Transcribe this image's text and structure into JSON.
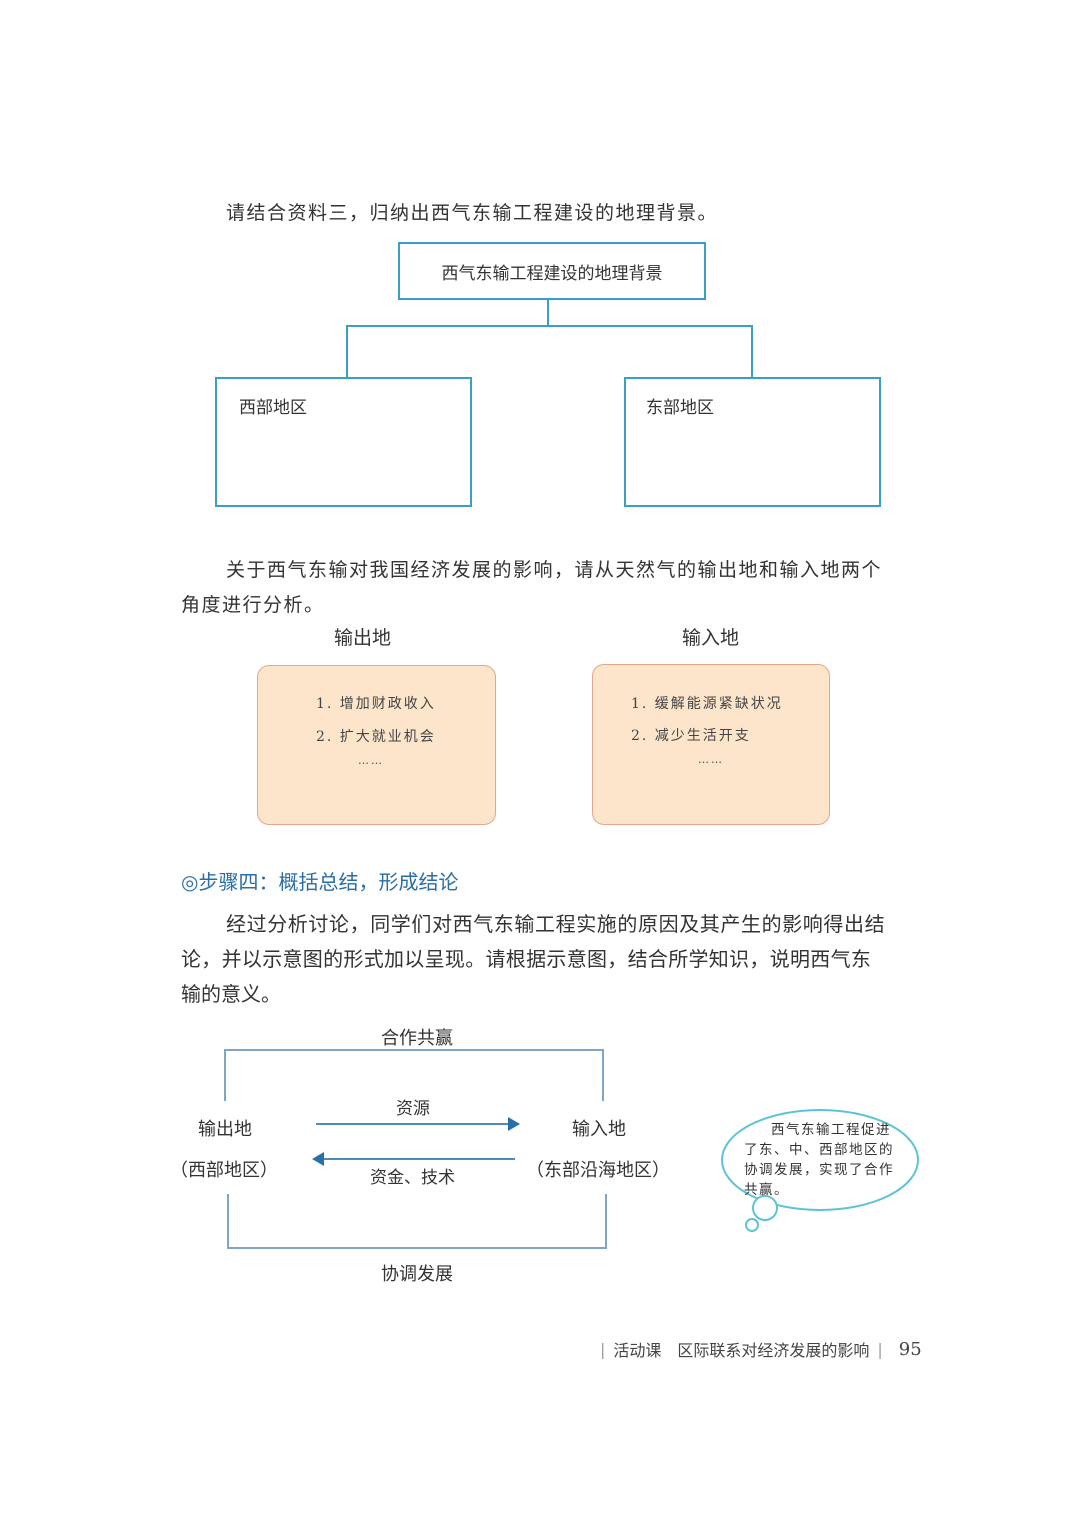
{
  "intro1": "请结合资料三，归纳出西气东输工程建设的地理背景。",
  "tree": {
    "root": "西气东输工程建设的地理背景",
    "left": "西部地区",
    "right": "东部地区"
  },
  "intro2_line1": "关于西气东输对我国经济发展的影响，请从天然气的输出地和输入地两个",
  "intro2_line2": "角度进行分析。",
  "output_place": {
    "title": "输出地",
    "items": [
      "1. 增加财政收入",
      "2. 扩大就业机会",
      "……"
    ]
  },
  "input_place": {
    "title": "输入地",
    "items": [
      "1. 缓解能源紧缺状况",
      "2. 减少生活开支",
      "……"
    ]
  },
  "step4_heading": "◎步骤四：概括总结，形成结论",
  "para_line1": "经过分析讨论，同学们对西气东输工程实施的原因及其产生的影响得出结",
  "para_line2": "论，并以示意图的形式加以呈现。请根据示意图，结合所学知识，说明西气东",
  "para_line3": "输的意义。",
  "diagram": {
    "top": "合作共赢",
    "bottom": "协调发展",
    "left_name": "输出地",
    "left_region": "（西部地区）",
    "right_name": "输入地",
    "right_region": "（东部沿海地区）",
    "arrow_right": "资源",
    "arrow_left": "资金、技术",
    "bubble": "西气东输工程促进了东、中、西部地区的协调发展，实现了合作共赢。"
  },
  "footer": {
    "section": "活动课　区际联系对经济发展的影响",
    "page": "95"
  },
  "colors": {
    "teal": "#3a9fc7",
    "heading_blue": "#2a6ea8",
    "orange_bg": "#fce5cb"
  }
}
